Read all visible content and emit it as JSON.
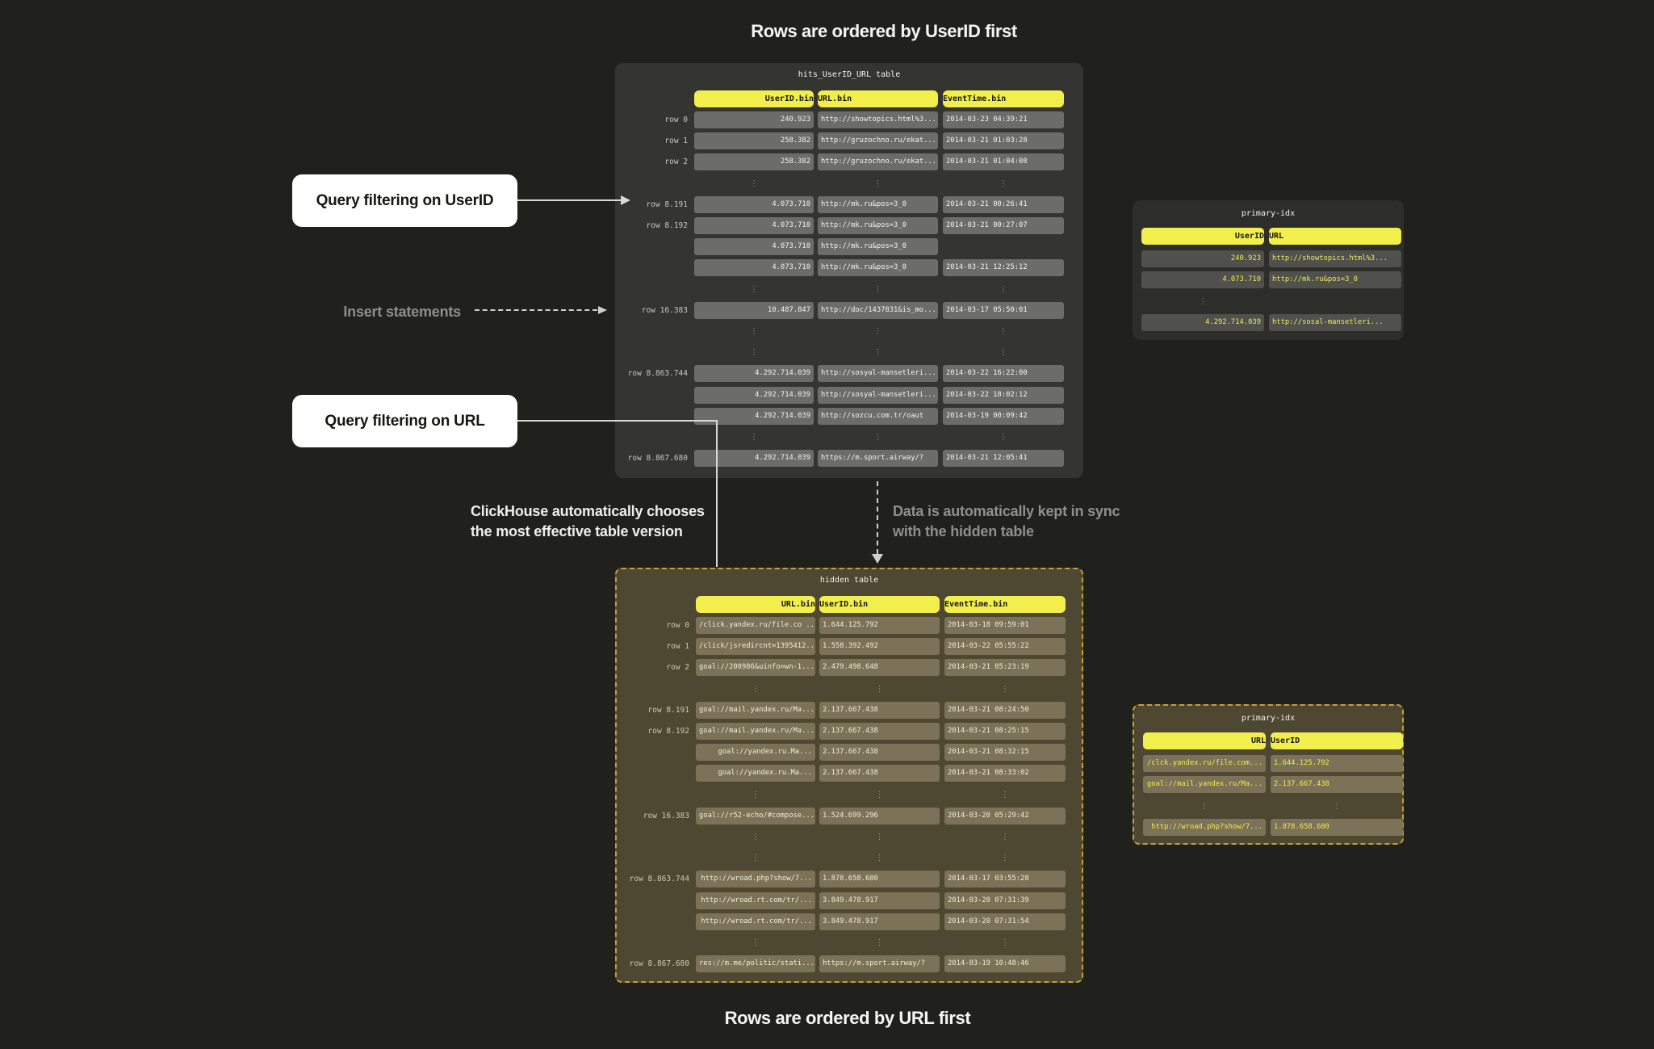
{
  "page": {
    "title_top": "Rows are ordered by UserID first",
    "title_bottom": "Rows are ordered by URL first"
  },
  "annotations": {
    "query_userid": "Query filtering on UserID",
    "insert_statements": "Insert statements",
    "query_url": "Query filtering on URL",
    "clickhouse_chooses": [
      "ClickHouse automatically chooses",
      "the most effective table version"
    ],
    "kept_in_sync": [
      "Data is automatically kept in sync",
      "with the hidden table"
    ]
  },
  "colors": {
    "page_bg": "#20201d",
    "panel_dark": "#343431",
    "panel_idx_dark": "#2d2d2a",
    "panel_olive": "#4e4732",
    "dashed_border": "#c7a033",
    "header_yellow": "#f2ef4d",
    "pill_gray": "#6c6c69",
    "pill_olive": "#7b7257",
    "idx_text_yellow": "#efec55",
    "arrow_light": "#d9d9d6",
    "muted_text": "#8f8f8c"
  },
  "main_table": {
    "title": "hits_UserID_URL table",
    "headers": [
      "UserID.bin",
      "URL.bin",
      "EventTime.bin"
    ],
    "rows": [
      {
        "label": "row 0",
        "cells": [
          "240.923",
          "http://showtopics.html%3...",
          "2014-03-23 04:39:21"
        ]
      },
      {
        "label": "row 1",
        "cells": [
          "258.382",
          "http://gruzochno.ru/ekat...",
          "2014-03-21 01:03:28"
        ]
      },
      {
        "label": "row 2",
        "cells": [
          "258.382",
          "http://gruzochno.ru/ekat...",
          "2014-03-21 01:04:08"
        ]
      },
      {
        "label": "",
        "cells": [
          "⋮",
          "⋮",
          "⋮"
        ]
      },
      {
        "label": "row 8.191",
        "cells": [
          "4.073.710",
          "http://mk.ru&pos=3_0",
          "2014-03-21 00:26:41"
        ]
      },
      {
        "label": "row 8.192",
        "cells": [
          "4.073.710",
          "http://mk.ru&pos=3_0",
          "2014-03-21 00:27:07"
        ]
      },
      {
        "label": "",
        "cells": [
          "4.073.710",
          "http://mk.ru&pos=3_0",
          ""
        ]
      },
      {
        "label": "",
        "cells": [
          "4.073.710",
          "http://mk.ru&pos=3_0",
          "2014-03-21 12:25:12"
        ]
      },
      {
        "label": "",
        "cells": [
          "⋮",
          "⋮",
          "⋮"
        ]
      },
      {
        "label": "row 16.383",
        "cells": [
          "10.487.847",
          "http://doc/1437831&is_mo...",
          "2014-03-17 05:50:01"
        ]
      },
      {
        "label": "",
        "cells": [
          "⋮",
          "⋮",
          "⋮"
        ]
      },
      {
        "label": "",
        "cells": [
          "⋮",
          "⋮",
          "⋮"
        ]
      },
      {
        "label": "row 8.863.744",
        "cells": [
          "4.292.714.039",
          "http://sosyal-mansetleri...",
          "2014-03-22 16:22:00"
        ]
      },
      {
        "label": "",
        "cells": [
          "4.292.714.039",
          "http://sosyal-mansetleri...",
          "2014-03-22 18:02:12"
        ]
      },
      {
        "label": "",
        "cells": [
          "4.292.714.039",
          "http://sozcu.com.tr/oaut",
          "2014-03-19 00:09:42"
        ]
      },
      {
        "label": "",
        "cells": [
          "⋮",
          "⋮",
          "⋮"
        ]
      },
      {
        "label": "row 8.867.680",
        "cells": [
          "4.292.714.039",
          "https://m.sport.airway/?",
          "2014-03-21 12:05:41"
        ]
      }
    ]
  },
  "primary_idx_top": {
    "title": "primary-idx",
    "headers": [
      "UserID",
      "URL"
    ],
    "rows": [
      {
        "label": "",
        "cells": [
          "240.923",
          "http://showtopics.html%3..."
        ]
      },
      {
        "label": "",
        "cells": [
          "4.073.710",
          "http://mk.ru&pos=3_0"
        ]
      },
      {
        "label": "",
        "cells": [
          "⋮",
          ""
        ]
      },
      {
        "label": "",
        "cells": [
          "4.292.714.039",
          "http://sosal-mansetleri..."
        ]
      }
    ]
  },
  "hidden_table": {
    "title": "hidden table",
    "headers": [
      "URL.bin",
      "UserID.bin",
      "EventTime.bin"
    ],
    "rows": [
      {
        "label": "row 0",
        "cells": [
          "/click.yandex.ru/file.co ...",
          "1.644.125.792",
          "2014-03-18 09:59:01"
        ]
      },
      {
        "label": "row 1",
        "cells": [
          "/click/jsredircnt=1395412...",
          "1.558.392.492",
          "2014-03-22 05:55:22"
        ]
      },
      {
        "label": "row 2",
        "cells": [
          "goal://200986&uinfo=wn-1...",
          "2.479.498.648",
          "2014-03-21 05:23:19"
        ]
      },
      {
        "label": "",
        "cells": [
          "⋮",
          "⋮",
          "⋮"
        ]
      },
      {
        "label": "row 8.191",
        "cells": [
          "goal://mail.yandex.ru/Ma...",
          "2.137.667.438",
          "2014-03-21 08:24:50"
        ]
      },
      {
        "label": "row 8.192",
        "cells": [
          "goal://mail.yandex.ru/Ma...",
          "2.137.667.438",
          "2014-03-21 08:25:15"
        ]
      },
      {
        "label": "",
        "cells": [
          "goal://yandex.ru.Ma...",
          "2.137.667.438",
          "2014-03-21 08:32:15"
        ]
      },
      {
        "label": "",
        "cells": [
          "goal://yandex.ru.Ma...",
          "2.137.667.438",
          "2014-03-21 08:33:02"
        ]
      },
      {
        "label": "",
        "cells": [
          "⋮",
          "⋮",
          "⋮"
        ]
      },
      {
        "label": "row 16.383",
        "cells": [
          "goal://r52-echo/#compose...",
          "1.524.699.296",
          "2014-03-20 05:29:42"
        ]
      },
      {
        "label": "",
        "cells": [
          "⋮",
          "⋮",
          "⋮"
        ]
      },
      {
        "label": "",
        "cells": [
          "⋮",
          "⋮",
          "⋮"
        ]
      },
      {
        "label": "row 8.863.744",
        "cells": [
          "http://wroad.php?show/7...",
          "1.878.658.680",
          "2014-03-17 03:55:28"
        ]
      },
      {
        "label": "",
        "cells": [
          "http://wroad.rt.com/tr/...",
          "3.849.478.917",
          "2014-03-20 07:31:39"
        ]
      },
      {
        "label": "",
        "cells": [
          "http://wroad.rt.com/tr/...",
          "3.849.478.917",
          "2014-03-20 07:31:54"
        ]
      },
      {
        "label": "",
        "cells": [
          "⋮",
          "⋮",
          "⋮"
        ]
      },
      {
        "label": "row 8.867.680",
        "cells": [
          "res://m.me/politic/stati...",
          "https://m.sport.airway/?",
          "2014-03-19 10:48:46"
        ]
      }
    ]
  },
  "primary_idx_bottom": {
    "title": "primary-idx",
    "headers": [
      "URL",
      "UserID"
    ],
    "rows": [
      {
        "label": "",
        "cells": [
          "/clck.yandex.ru/file.com...",
          "1.644.125.792"
        ]
      },
      {
        "label": "",
        "cells": [
          "goal://mail.yandex.ru/Ma...",
          "2.137.667.438"
        ]
      },
      {
        "label": "",
        "cells": [
          "⋮",
          "⋮"
        ]
      },
      {
        "label": "",
        "cells": [
          "http://wroad.php?show/7...",
          "1.878.658.680"
        ]
      }
    ]
  }
}
